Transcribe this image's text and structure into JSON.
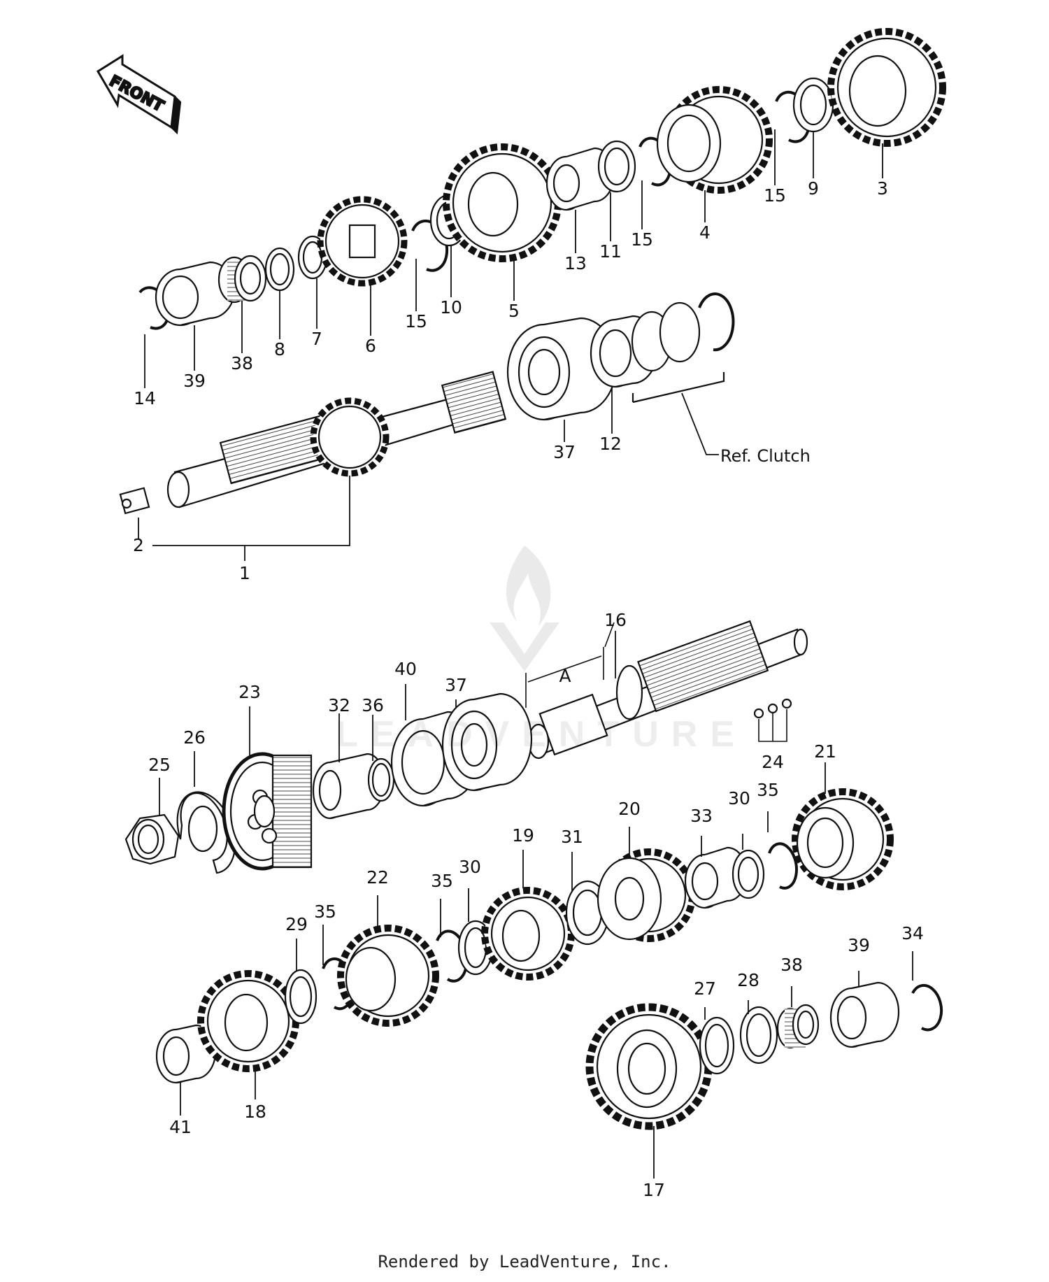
{
  "front_arrow": {
    "label": "FRONT",
    "icon": "front-arrow-icon"
  },
  "ref_note": "Ref. Clutch",
  "dimension_label": "A",
  "watermark": {
    "text": "LEADVENTURE",
    "icon": "flame-logo-icon"
  },
  "footer": "Rendered by LeadVenture, Inc.",
  "part_labels": {
    "p1": "1",
    "p2": "2",
    "p3": "3",
    "p4": "4",
    "p5": "5",
    "p6": "6",
    "p7": "7",
    "p8": "8",
    "p9": "9",
    "p10": "10",
    "p11": "11",
    "p12": "12",
    "p13": "13",
    "p14": "14",
    "p15a": "15",
    "p15b": "15",
    "p15c": "15",
    "p16": "16",
    "p17": "17",
    "p18": "18",
    "p19": "19",
    "p20": "20",
    "p21": "21",
    "p22": "22",
    "p23": "23",
    "p24": "24",
    "p25": "25",
    "p26": "26",
    "p27": "27",
    "p28": "28",
    "p29": "29",
    "p30a": "30",
    "p30b": "30",
    "p31": "31",
    "p32": "32",
    "p33": "33",
    "p34": "34",
    "p35a": "35",
    "p35b": "35",
    "p35c": "35",
    "p36": "36",
    "p37a": "37",
    "p37b": "37",
    "p38a": "38",
    "p38b": "38",
    "p39a": "39",
    "p39b": "39",
    "p40": "40",
    "p41": "41"
  }
}
